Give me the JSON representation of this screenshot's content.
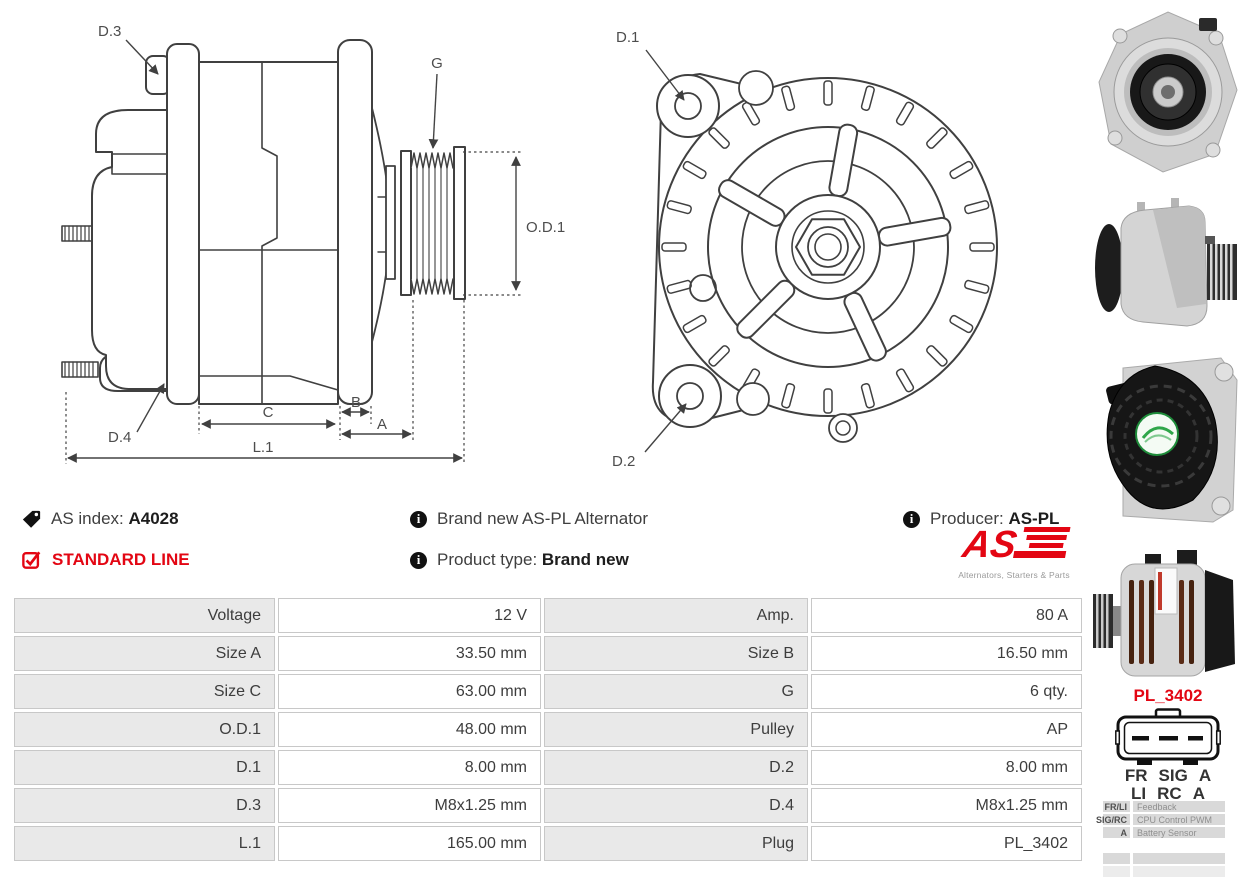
{
  "diagram": {
    "side": {
      "d3": "D.3",
      "g": "G",
      "od1": "O.D.1",
      "d4": "D.4",
      "c": "C",
      "b": "B",
      "a": "A",
      "l1": "L.1"
    },
    "front": {
      "d1": "D.1",
      "d2": "D.2"
    }
  },
  "product_info": {
    "as_index_label": "AS index:",
    "as_index_value": "A4028",
    "standard_line": "STANDARD LINE",
    "brand_new_line": "Brand new AS-PL Alternator",
    "product_type_label": "Product type:",
    "product_type_value": "Brand new",
    "producer_label": "Producer:",
    "producer_value": "AS-PL",
    "logo_text": "AS",
    "logo_tagline": "Alternators, Starters & Parts"
  },
  "specs_table": {
    "rows": [
      [
        "Voltage",
        "12 V",
        "Amp.",
        "80 A"
      ],
      [
        "Size A",
        "33.50 mm",
        "Size B",
        "16.50 mm"
      ],
      [
        "Size C",
        "63.00 mm",
        "G",
        "6 qty."
      ],
      [
        "O.D.1",
        "48.00 mm",
        "Pulley",
        "AP"
      ],
      [
        "D.1",
        "8.00 mm",
        "D.2",
        "8.00 mm"
      ],
      [
        "D.3",
        "M8x1.25 mm",
        "D.4",
        "M8x1.25 mm"
      ],
      [
        "L.1",
        "165.00 mm",
        "Plug",
        "PL_3402"
      ]
    ]
  },
  "sidebar": {
    "plug_code": "PL_3402",
    "pins": {
      "row1": [
        "FR",
        "SIG",
        "A"
      ],
      "row2": [
        "LI",
        "RC",
        "A"
      ]
    },
    "legend": [
      {
        "key": "FR/LI",
        "value": "Feedback"
      },
      {
        "key": "SIG/RC",
        "value": "CPU Control PWM"
      },
      {
        "key": "A",
        "value": "Battery Sensor"
      }
    ],
    "photo_names": [
      "alternator-front-photo",
      "alternator-side-photo",
      "alternator-rear-photo",
      "alternator-angle-photo"
    ]
  },
  "colors": {
    "accent_red": "#e30613",
    "drawing_line": "#404040",
    "table_label_bg": "#e9e9e9",
    "legend_bg": "#d9d9d9"
  }
}
